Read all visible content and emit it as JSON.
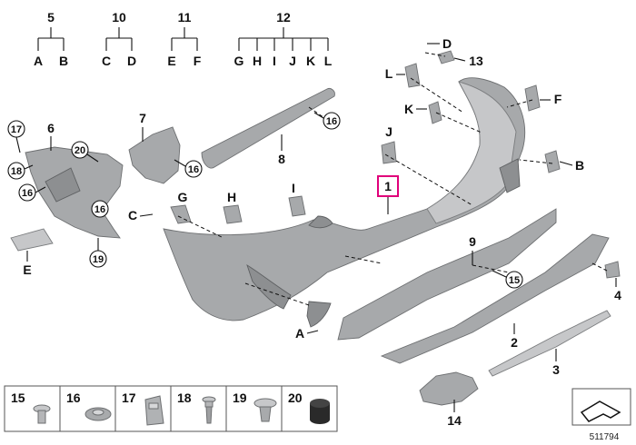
{
  "diagram": {
    "image_number": "511794",
    "highlighted_callout": "1",
    "callouts": {
      "c1": "1",
      "c2": "2",
      "c3": "3",
      "c4": "4",
      "c5": "5",
      "c6": "6",
      "c7": "7",
      "c8": "8",
      "c9": "9",
      "c10": "10",
      "c11": "11",
      "c12": "12",
      "c13": "13",
      "c14": "14",
      "c15": "15",
      "c16a": "16",
      "c16b": "16",
      "c16c": "16",
      "c16d": "16",
      "c17": "17",
      "c18": "18",
      "c19": "19",
      "c20": "20"
    },
    "letters": {
      "A1": "A",
      "B1": "B",
      "C1": "C",
      "D1": "D",
      "E1": "E",
      "F1": "F",
      "G1": "G",
      "H1": "H",
      "I1": "I",
      "J1": "J",
      "K1": "K",
      "L1": "L",
      "A2": "A",
      "B2": "B",
      "C2": "C",
      "D2": "D",
      "E2": "E",
      "F2": "F",
      "G2": "G",
      "H2": "H",
      "I2": "I",
      "J2": "J",
      "K2": "K",
      "L2": "L"
    },
    "legend": [
      {
        "number": "15",
        "icon": "push-rivet-icon"
      },
      {
        "number": "16",
        "icon": "spring-nut-icon"
      },
      {
        "number": "17",
        "icon": "clip-nut-icon"
      },
      {
        "number": "18",
        "icon": "screw-icon"
      },
      {
        "number": "19",
        "icon": "expanding-rivet-icon"
      },
      {
        "number": "20",
        "icon": "rubber-buffer-icon"
      }
    ],
    "direction_icon": "vehicle-direction-arrow-icon"
  }
}
